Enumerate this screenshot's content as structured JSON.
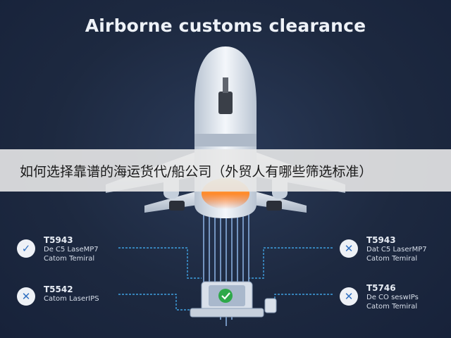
{
  "title": "Airborne customs clearance",
  "banner": {
    "text": "如何选择靠谱的海运货代/船公司（外贸人有哪些筛选标准）"
  },
  "checkpoints": [
    {
      "status": "check",
      "status_glyph": "✓",
      "code": "T5943",
      "line1": "De C5 LaseMP7",
      "line2": "Catom Temiral"
    },
    {
      "status": "cross",
      "status_glyph": "✕",
      "code": "T5542",
      "line1": "Catom LaserIPS",
      "line2": ""
    },
    {
      "status": "cross",
      "status_glyph": "✕",
      "code": "T5943",
      "line1": "Dat C5 LaserMP7",
      "line2": "Catom Temiral"
    },
    {
      "status": "cross",
      "status_glyph": "✕",
      "code": "T5746",
      "line1": "De CO seswIPs",
      "line2": "Catom Temiral"
    }
  ],
  "colors": {
    "background": "#1e2b43",
    "accent": "#2f6fc0",
    "connector": "#3fa0e0",
    "terminal_check": "#2ea84a"
  },
  "icons": {
    "airplane": "airplane-icon",
    "terminal": "scanner-terminal-icon",
    "check": "check-icon",
    "cross": "cross-icon"
  }
}
